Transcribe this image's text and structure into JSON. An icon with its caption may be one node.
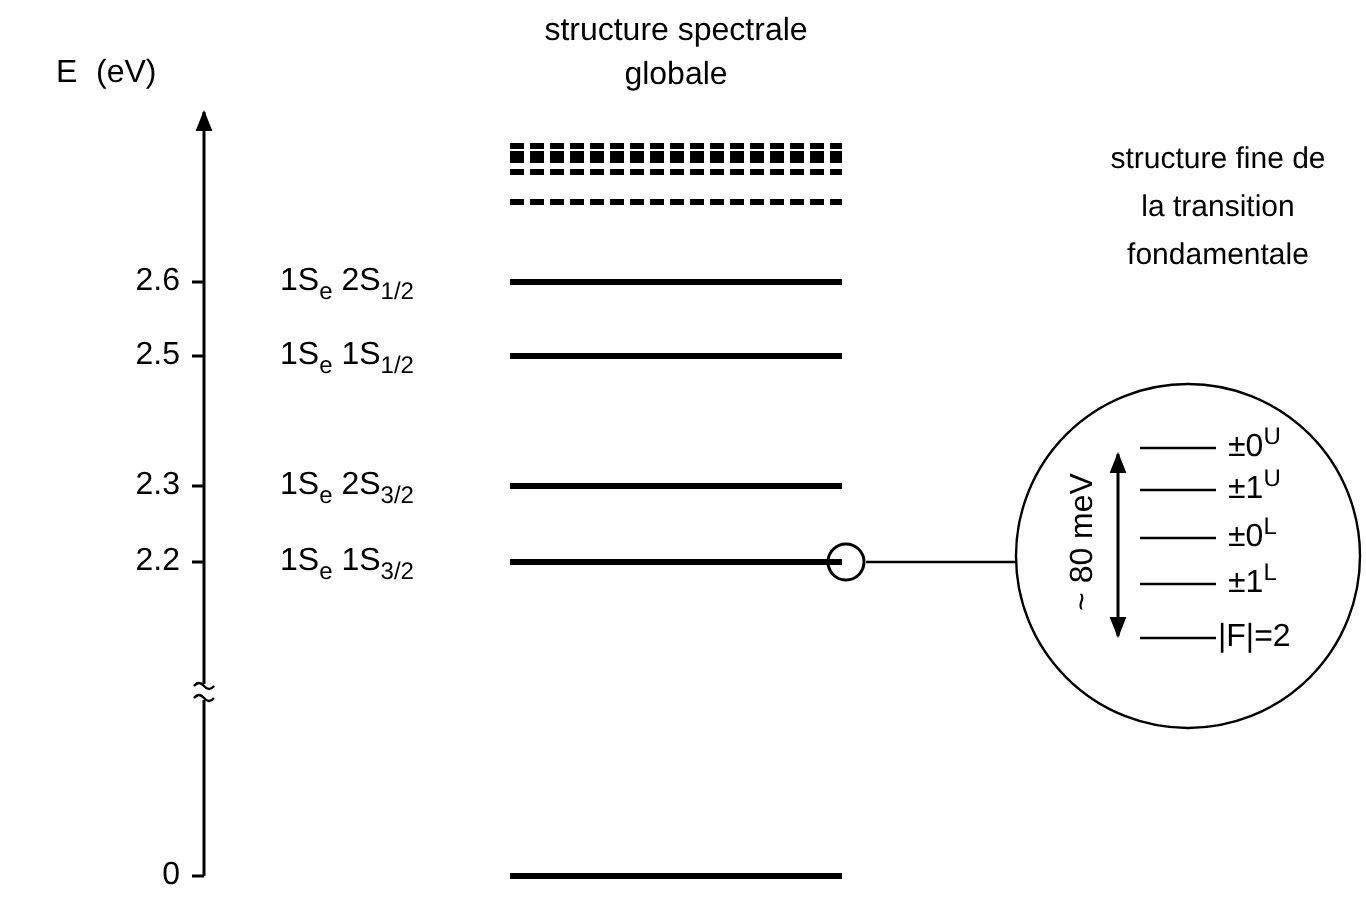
{
  "diagram": {
    "nodes": [
      {
        "text": [],
        "shape": "circle"
      },
      {
        "text": [
          "structure fine de la transition fondamentale",
          "~ 80 meV",
          "±0$^{U}$",
          "±1$^{U}$",
          "±0$^{L}$",
          "±1$^{L}$",
          "|F|=2"
        ]
      }
    ],
    "edges": [
      {
        "from": 0,
        "to": 1,
        "arrow": "none"
      }
    ],
    "labels": [
      "structure spectrale globale",
      "E",
      "(eV)",
      "2.6",
      "1S$_{e}$ 2S$_{1/2}$",
      "2.5",
      "1S$_{e}$ 1S$_{1/2}$",
      "2.3",
      "1S$_{e}$ 2S$_{3/2}$",
      "2.2",
      "1S$_{e}$ 1S$_{3/2}$",
      "0"
    ]
  }
}
